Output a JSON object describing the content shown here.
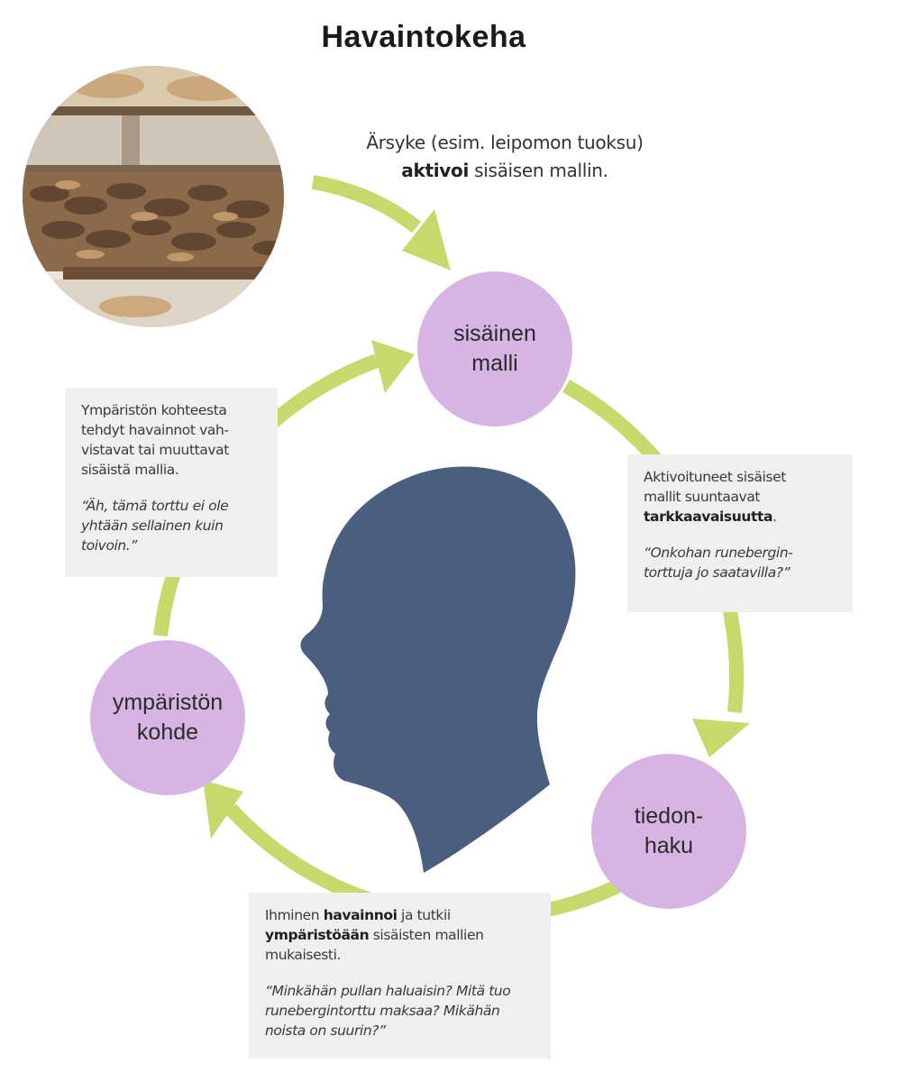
{
  "title": "Havaintokeha",
  "colors": {
    "arrow": "#c5da6b",
    "node_fill": "#d6b5e4",
    "head": "#4a5e80",
    "box_fill": "#efefef"
  },
  "stimulus": {
    "line1": "Ärsyke (esim. leipomon tuoksu)",
    "line2_bold": "aktivoi",
    "line2_rest": " sisäisen mallin."
  },
  "nodes": {
    "internal_model": [
      "sisäinen",
      "malli"
    ],
    "information_search": [
      "tiedon-",
      "haku"
    ],
    "environment_object": [
      "ympäristön",
      "kohde"
    ]
  },
  "boxes": {
    "top_left": {
      "lines": [
        "Ympäristön kohteesta",
        "tehdyt havainnot vah-",
        "vistavat tai muuttavat",
        "sisäistä mallia."
      ],
      "quote": [
        "“Äh, tämä torttu ei ole",
        "yhtään sellainen kuin",
        "toivoin.”"
      ]
    },
    "right": {
      "line1": "Aktivoituneet sisäiset",
      "line2": "mallit suuntaavat",
      "line3_bold": "tarkkaavaisuutta",
      "line3_rest": ".",
      "quote": [
        "“Onkohan runebergin-",
        "torttuja jo saatavilla?”"
      ]
    },
    "bottom": {
      "line1_pre": "Ihminen ",
      "line1_bold": "havainnoi",
      "line1_post": " ja tutkii",
      "line2_bold": "ympäristöään",
      "line2_post": " sisäisten mallien",
      "line3": "mukaisesti.",
      "quote": [
        "“Minkähän pullan haluaisin? Mitä tuo",
        "runebergintorttu maksaa? Mikähän",
        "noista on suurin?”"
      ]
    }
  }
}
